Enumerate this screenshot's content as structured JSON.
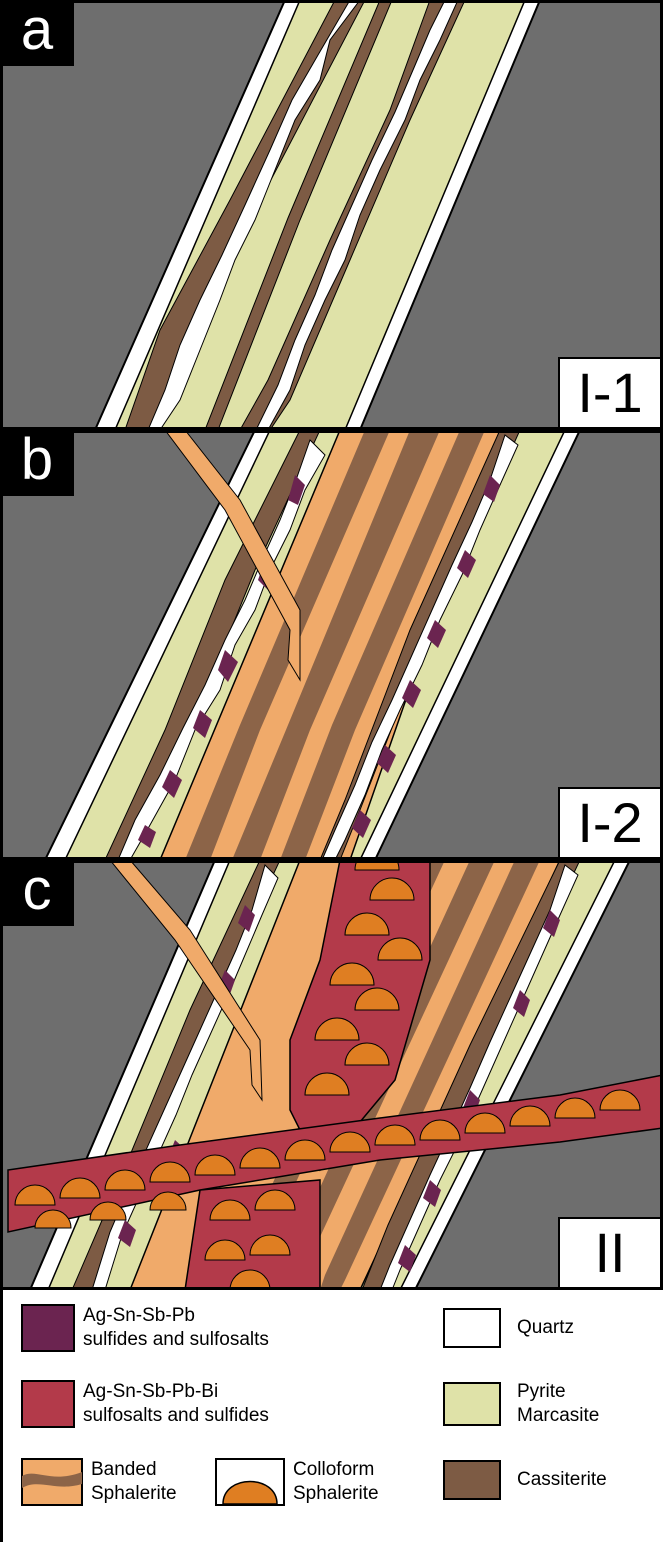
{
  "panels": [
    {
      "letter": "a",
      "stage": "I-1"
    },
    {
      "letter": "b",
      "stage": "I-2"
    },
    {
      "letter": "c",
      "stage": "II"
    }
  ],
  "colors": {
    "host_rock": "#6e6e6e",
    "ag_sn_sb_pb": "#6b2450",
    "ag_sn_sb_pb_bi": "#b33a4a",
    "banded_sphalerite_light": "#f0aa6a",
    "banded_sphalerite_dark": "#8c6448",
    "colloform_sphalerite": "#df7e22",
    "quartz": "#ffffff",
    "pyrite_marcasite": "#dfe2a8",
    "cassiterite": "#7d5b44"
  },
  "legend": {
    "ag_sn_sb_pb": {
      "line1": "Ag-Sn-Sb-Pb",
      "line2": "sulfides and sulfosalts"
    },
    "ag_sn_sb_pb_bi": {
      "line1": "Ag-Sn-Sb-Pb-Bi",
      "line2": "sulfosalts and sulfides"
    },
    "banded_sphalerite": {
      "line1": "Banded",
      "line2": "Sphalerite"
    },
    "colloform_sphalerite": {
      "line1": "Colloform",
      "line2": "Sphalerite"
    },
    "quartz": {
      "line1": "Quartz"
    },
    "pyrite_marcasite": {
      "line1": "Pyrite",
      "line2": "Marcasite"
    },
    "cassiterite": {
      "line1": "Cassiterite"
    }
  }
}
